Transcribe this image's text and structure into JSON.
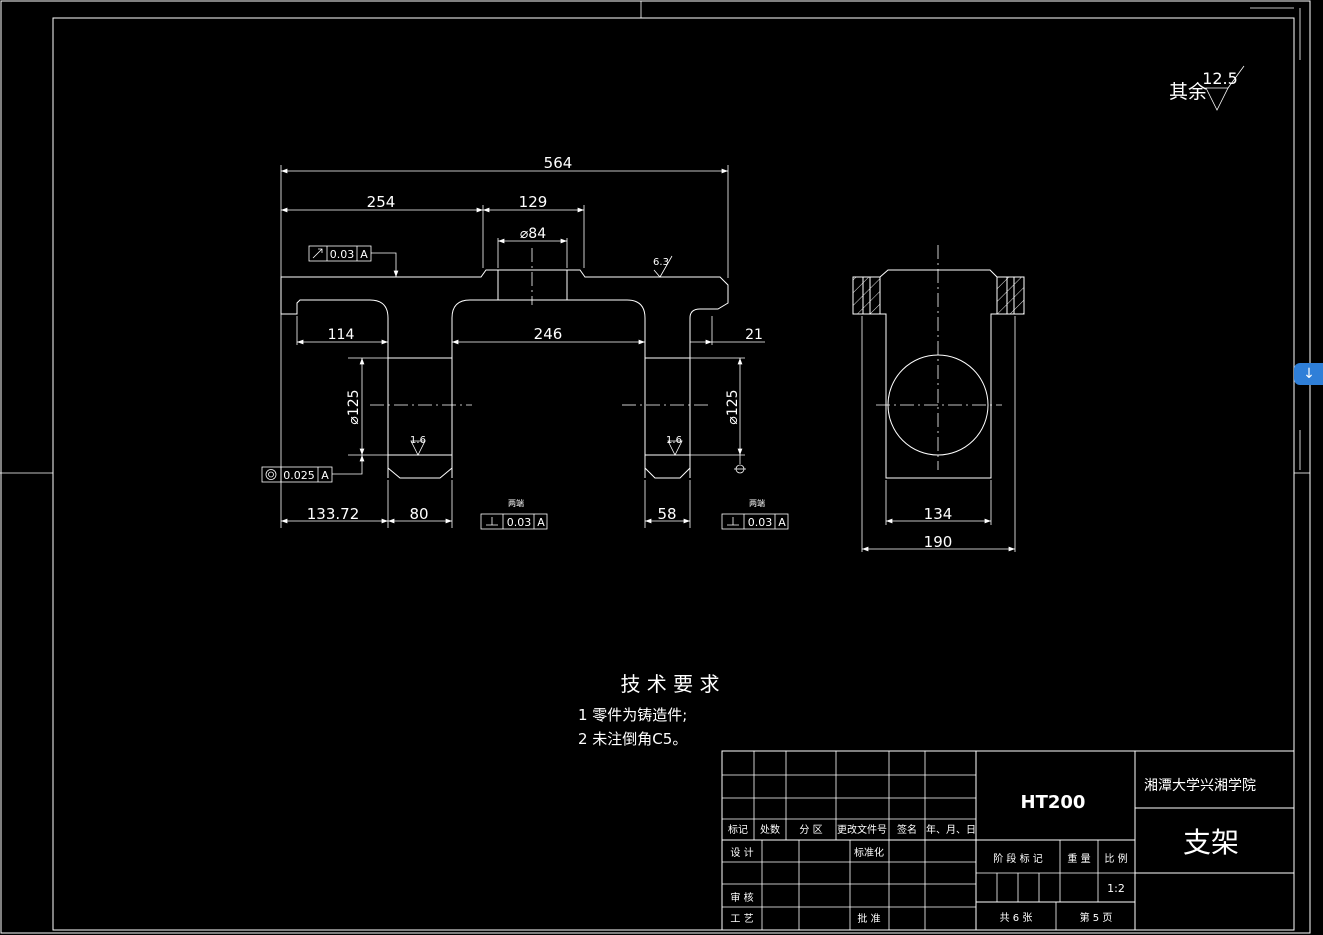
{
  "dimensions": {
    "overall_length": "564",
    "left_offset": "254",
    "boss_width": "129",
    "bore_dia": "⌀84",
    "inner_left": "114",
    "inner_span": "246",
    "right_gap": "21",
    "hole_dia_left": "⌀125",
    "hole_dia_right": "⌀125",
    "bottom_left_1": "133.72",
    "bottom_left_2": "80",
    "bottom_right": "58",
    "side_inner": "134",
    "side_outer": "190"
  },
  "tolerances": {
    "runout": "0.03",
    "runout_datum": "A",
    "concentricity": "0.025",
    "concentricity_datum": "A",
    "perp_left": "0.03",
    "perp_left_datum": "A",
    "perp_right": "0.03",
    "perp_right_datum": "A",
    "perp_note_left": "两端",
    "perp_note_right": "两端"
  },
  "roughness": {
    "top": "6.3",
    "hole_left": "1.6",
    "hole_right": "1.6",
    "rest_label": "其余",
    "rest_value": "12.5"
  },
  "tech_req": {
    "title": "技 术 要 求",
    "item1": "1  零件为铸造件;",
    "item2": "2  未注倒角C5。"
  },
  "title_block": {
    "material": "HT200",
    "school": "湘潭大学兴湘学院",
    "part_name": "支架",
    "h_mark": "标记",
    "h_count": "处数",
    "h_zone": "分 区",
    "h_doc": "更改文件号",
    "h_sign": "签名",
    "h_date": "年、月、日",
    "design": "设 计",
    "standard": "标准化",
    "review": "审 核",
    "process": "工 艺",
    "approve": "批 准",
    "stage": "阶 段 标 记",
    "weight": "重 量",
    "scale": "比 例",
    "scale_val": "1:2",
    "total": "共 6 张",
    "page": "第 5 页"
  }
}
